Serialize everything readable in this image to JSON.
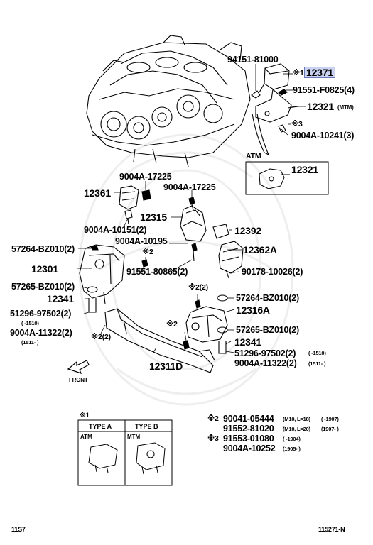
{
  "labels": {
    "p94151": "94151-81000",
    "mark_s1": "※1",
    "p12371": "12371",
    "p91551_f": "91551-F0825(4)",
    "p12321_mtm": "12321",
    "mtm_tag": "(MTM)",
    "mark_s3": "※3",
    "p9004a_10241": "9004A-10241(3)",
    "atm_tag": "ATM",
    "p12321_atm": "12321",
    "p9004a_17225_a": "9004A-17225",
    "p9004a_17225_b": "9004A-17225",
    "p12361": "12361",
    "p12315": "12315",
    "p9004a_10151": "9004A-10151(2)",
    "p12392": "12392",
    "p9004a_10195": "9004A-10195",
    "p57264_left": "57264-BZ010(2)",
    "mark_s2_a": "※2",
    "p12362a": "12362A",
    "p12301": "12301",
    "p91551_80865": "91551-80865(2)",
    "p90178": "90178-10026(2)",
    "p57265_left": "57265-BZ010(2)",
    "mark_s2_2": "※2(2)",
    "p12341_left": "12341",
    "p57264_right": "57264-BZ010(2)",
    "p51296_left": "51296-97502(2)",
    "p12316a": "12316A",
    "range_left_a": "(        -1510)",
    "p9004a_11322_left": "9004A-11322(2)",
    "mark_s2_c": "※2",
    "mark_s2_2b": "※2(2)",
    "p57265_right": "57265-BZ010(2)",
    "range_left_b": "(1511-       )",
    "p12341_right": "12341",
    "p51296_right": "51296-97502(2)",
    "range_right_a": "(     -1510)",
    "p9004a_11322_right": "9004A-11322(2)",
    "range_right_b": "(1511-      )",
    "p12311d": "12311D",
    "front": "FRONT"
  },
  "legend_box": {
    "mark": "※1",
    "type_a": "TYPE A",
    "type_b": "TYPE B",
    "atm": "ATM",
    "mtm": "MTM"
  },
  "notes": {
    "n1_mark": "※2",
    "n1_part": "90041-05444",
    "n1_spec": "(M10, L=18)",
    "n1_range": "(        -1907)",
    "n2_part": "91552-81020",
    "n2_spec": "(M10, L=20)",
    "n2_range": "(1907-       )",
    "n3_mark": "※3",
    "n3_part": "91553-01080",
    "n3_range": "(        -1904)",
    "n4_part": "9004A-10252",
    "n4_range": "(1905-       )"
  },
  "footer": {
    "left": "11S7",
    "right": "115271-N"
  },
  "colors": {
    "highlight": "#c9d2f0",
    "line": "#000000",
    "watermark": "#eeeeee"
  }
}
